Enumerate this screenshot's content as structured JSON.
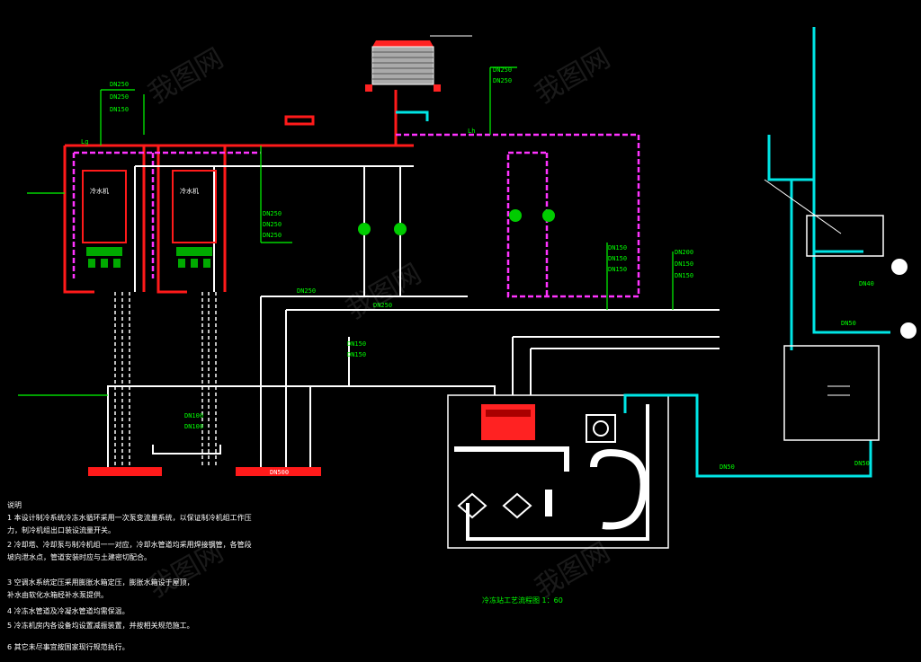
{
  "labels": {
    "dn250_a": "DN250",
    "dn250_b": "DN250",
    "dn250_c": "DN250",
    "dn250_d": "DN250",
    "dn250_e": "DN250",
    "dn250_f": "DN250",
    "dn250_g": "DN250",
    "dn250_h": "DN250",
    "dn250_i": "DN250",
    "dn150_a": "DN150",
    "dn150_b": "DN150",
    "dn150_c": "DN150",
    "dn150_d": "DN150",
    "dn150_e": "DN150",
    "dn150_f": "DN150",
    "dn150_g": "DN150",
    "dn150_h": "DN150",
    "dn200_a": "DN200",
    "dn100_a": "DN100",
    "dn100_b": "DN100",
    "dn50_a": "DN50",
    "dn50_b": "DN50",
    "dn50_c": "DN50",
    "dn40_a": "DN40",
    "dn500_a": "DN500",
    "lg": "Lg",
    "lh": "Lh"
  },
  "notes": [
    "说明",
    "1 本设计制冷系统冷冻水循环采用一次泵变流量系统，以保证制冷机组工作压",
    "力，制冷机组出口装设流量开关。",
    "2 冷却塔、冷却泵与制冷机组一一对应，冷却水管道均采用焊接钢管，各管段",
    "坡向泄水点，管道安装时应与土建密切配合。",
    "3 空调水系统定压采用膨胀水箱定压，膨胀水箱设于屋顶，",
    "补水由软化水箱经补水泵提供。",
    "4 冷冻水管道及冷凝水管道均需保温。",
    "5 冷冻机房内各设备均设置减振装置，并按相关规范施工。",
    "6 其它未尽事宜按国家现行规范执行。"
  ],
  "title": "冷冻站工艺流程图 1：60",
  "watermark": "我图网"
}
